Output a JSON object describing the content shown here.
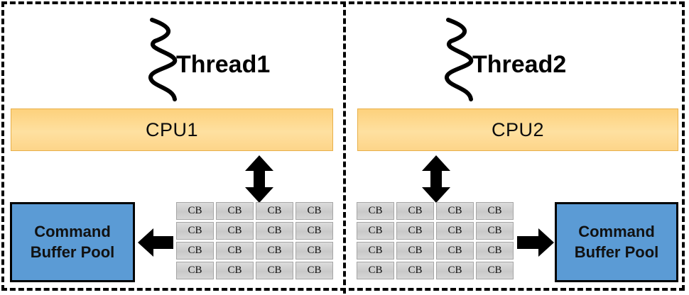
{
  "diagram": {
    "title_present": false,
    "colors": {
      "cpu_fill": "#fdd17c",
      "cpu_border": "#e8b04a",
      "pool_fill": "#5b9bd5",
      "pool_border": "#000000",
      "cb_fill": "#cfcfcf",
      "cb_border": "#a6a6a6",
      "arrow": "#000000",
      "frame": "#000000",
      "background": "#ffffff"
    },
    "panels": [
      {
        "id": "left",
        "thread": {
          "label": "Thread1",
          "icon": "squiggle-line-icon"
        },
        "cpu": {
          "label": "CPU1"
        },
        "sync_arrow": {
          "icon": "double-headed-vertical-arrow-icon"
        },
        "flow_arrow": {
          "icon": "arrow-left-icon",
          "direction": "left"
        },
        "pool": {
          "line1": "Command",
          "line2": "Buffer Pool"
        },
        "cb_grid": {
          "rows": 4,
          "cols": 4,
          "cells": [
            [
              "CB",
              "CB",
              "CB",
              "CB"
            ],
            [
              "CB",
              "CB",
              "CB",
              "CB"
            ],
            [
              "CB",
              "CB",
              "CB",
              "CB"
            ],
            [
              "CB",
              "CB",
              "CB",
              "CB"
            ]
          ]
        }
      },
      {
        "id": "right",
        "thread": {
          "label": "Thread2",
          "icon": "squiggle-line-icon"
        },
        "cpu": {
          "label": "CPU2"
        },
        "sync_arrow": {
          "icon": "double-headed-vertical-arrow-icon"
        },
        "flow_arrow": {
          "icon": "arrow-right-icon",
          "direction": "right"
        },
        "pool": {
          "line1": "Command",
          "line2": "Buffer Pool"
        },
        "cb_grid": {
          "rows": 4,
          "cols": 4,
          "cells": [
            [
              "CB",
              "CB",
              "CB",
              "CB"
            ],
            [
              "CB",
              "CB",
              "CB",
              "CB"
            ],
            [
              "CB",
              "CB",
              "CB",
              "CB"
            ],
            [
              "CB",
              "CB",
              "CB",
              "CB"
            ]
          ]
        }
      }
    ]
  }
}
